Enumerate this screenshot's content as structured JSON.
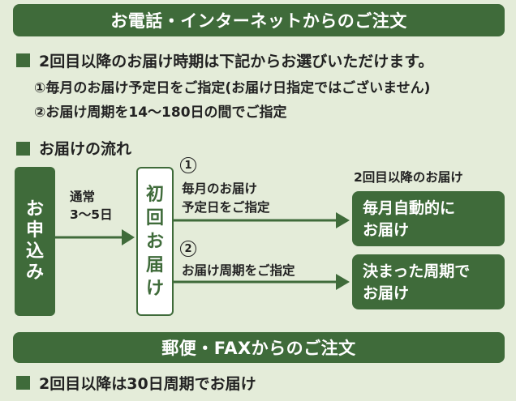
{
  "phone_section": {
    "banner": "お電話・インターネットからのご注文",
    "heading": "2回目以降のお届け時期は下記からお選びいただけます。",
    "option1": "①毎月のお届け予定日をご指定(お届け日指定ではございません)",
    "option2": "②お届け周期を14〜180日の間でご指定"
  },
  "flow": {
    "heading": "お届けの流れ",
    "order_chars": [
      "お",
      "申",
      "込",
      "み"
    ],
    "transit_line1": "通常",
    "transit_line2": "3〜5日",
    "first_chars": [
      "初",
      "回",
      "お",
      "届",
      "け"
    ],
    "marker1": "1",
    "route1_line1": "毎月のお届け",
    "route1_line2": "予定日をご指定",
    "marker2": "2",
    "route2_label": "お届け周期をご指定",
    "second_label": "2回目以降のお届け",
    "result1_line1": "毎月自動的に",
    "result1_line2": "お届け",
    "result2_line1": "決まった周期で",
    "result2_line2": "お届け"
  },
  "mail_section": {
    "banner": "郵便・FAXからのご注文",
    "heading": "2回目以降は30日周期でお届け"
  },
  "colors": {
    "green": "#3f6b3a",
    "background": "#e4ecd9"
  }
}
